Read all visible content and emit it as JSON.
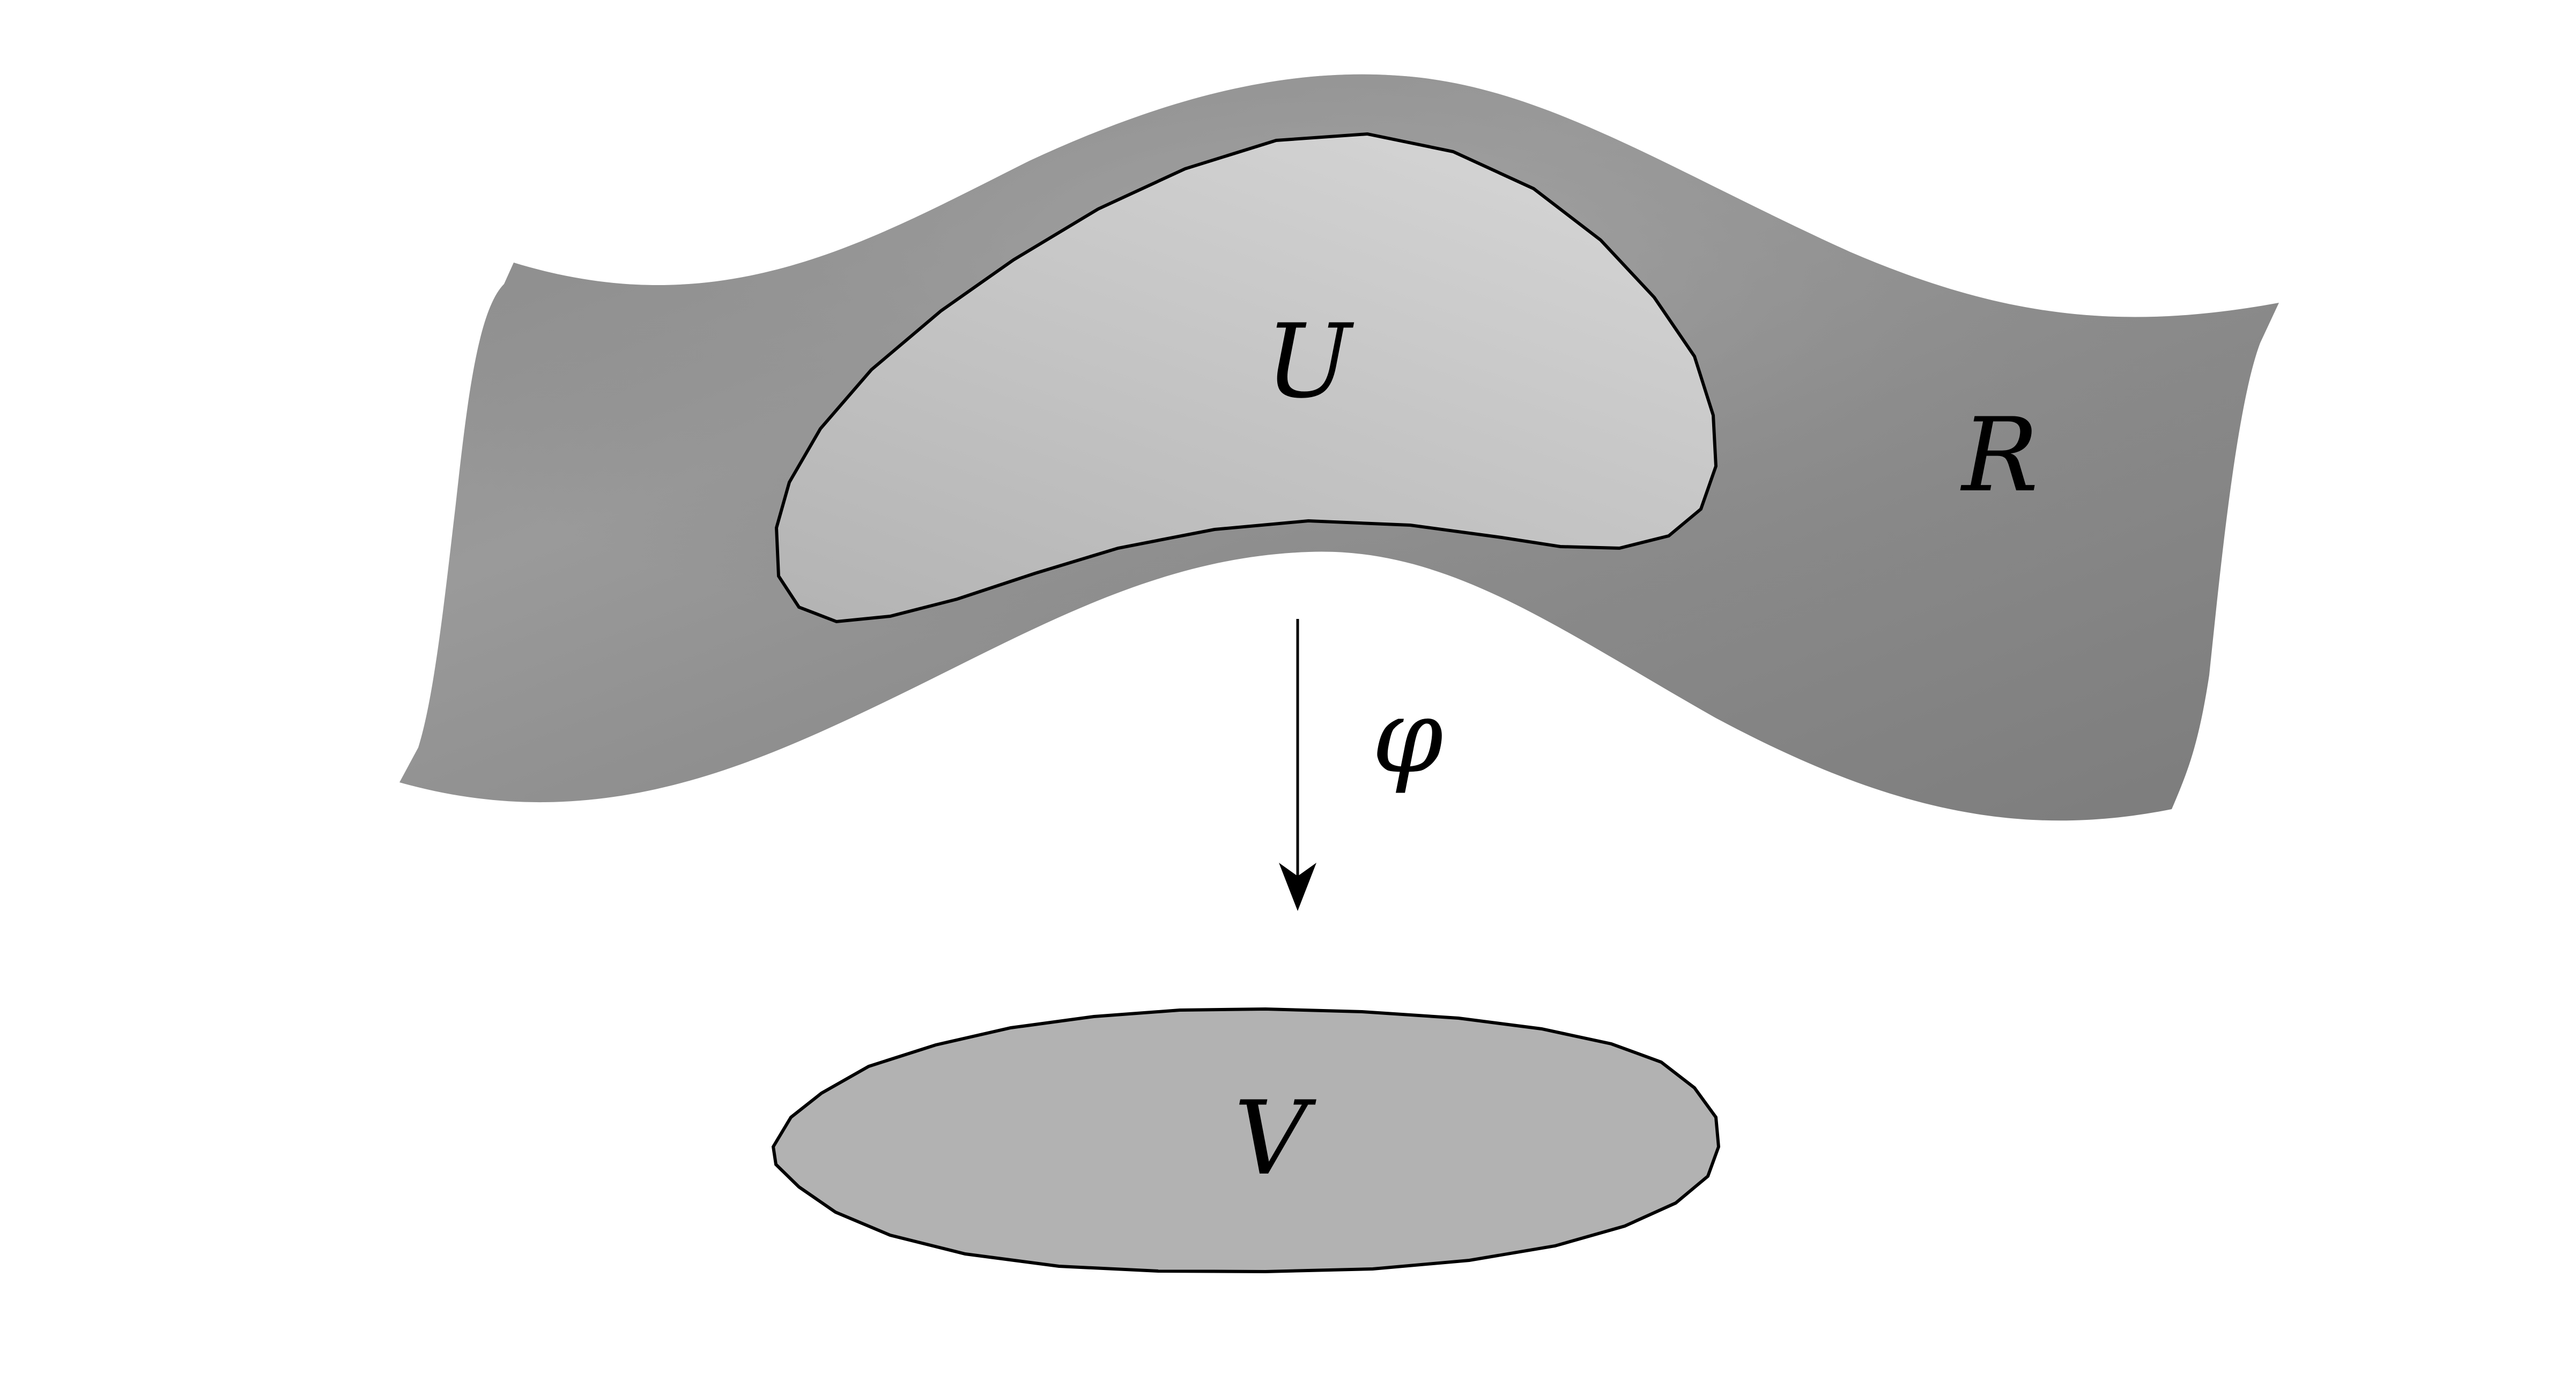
{
  "labels": {
    "surface": "R",
    "region_u": "U",
    "region_v": "V",
    "map": "φ"
  },
  "colors": {
    "background": "#ffffff",
    "surface_light": "#9e9e9e",
    "surface_dark": "#7a7a7a",
    "region_u_light": "#d2d2d2",
    "region_u_dark": "#b4b4b4",
    "region_v_fill": "#b2b2b2",
    "outline": "#000000"
  }
}
